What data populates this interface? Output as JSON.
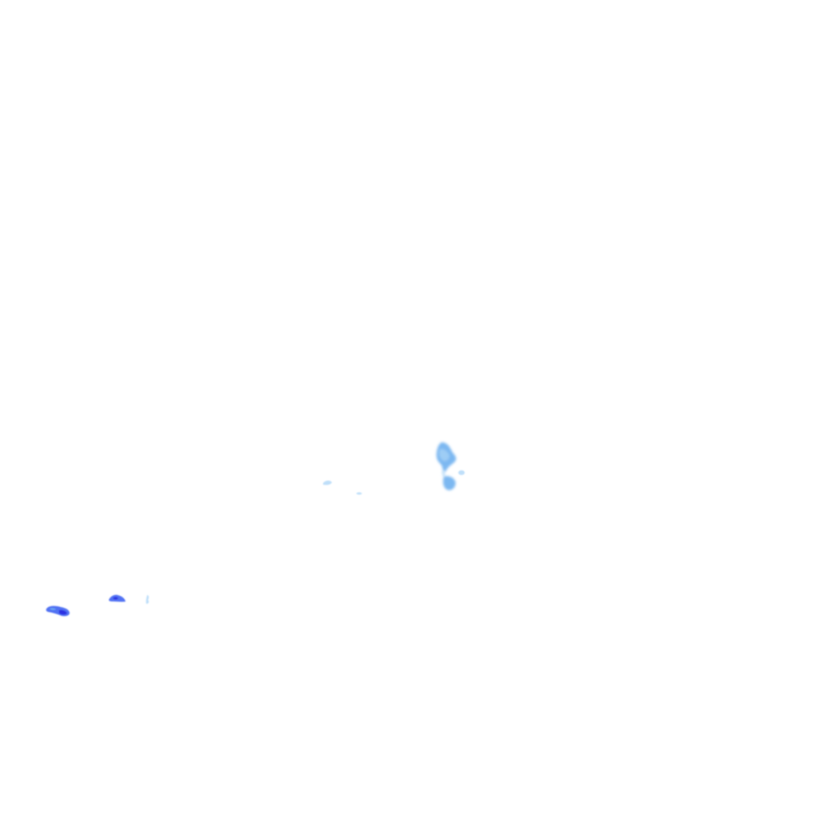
{
  "map": {
    "kind": "rain radar overlay",
    "background": "#ffffff",
    "palette": {
      "light": "#a9d4f7",
      "moderate": "#6fb0f0",
      "heavy": "#3f63f2",
      "intense": "#2a2ae0"
    },
    "echoes": [
      {
        "id": "echo-central-cell",
        "intensity": "moderate"
      },
      {
        "id": "echo-central-lower",
        "intensity": "moderate"
      },
      {
        "id": "echo-central-fleck",
        "intensity": "light"
      },
      {
        "id": "echo-mid-left-small",
        "intensity": "light"
      },
      {
        "id": "echo-mid-left-speck",
        "intensity": "light"
      },
      {
        "id": "echo-far-left-cluster",
        "intensity": "heavy"
      },
      {
        "id": "echo-left-cluster",
        "intensity": "heavy"
      },
      {
        "id": "echo-left-trace",
        "intensity": "light"
      }
    ]
  }
}
